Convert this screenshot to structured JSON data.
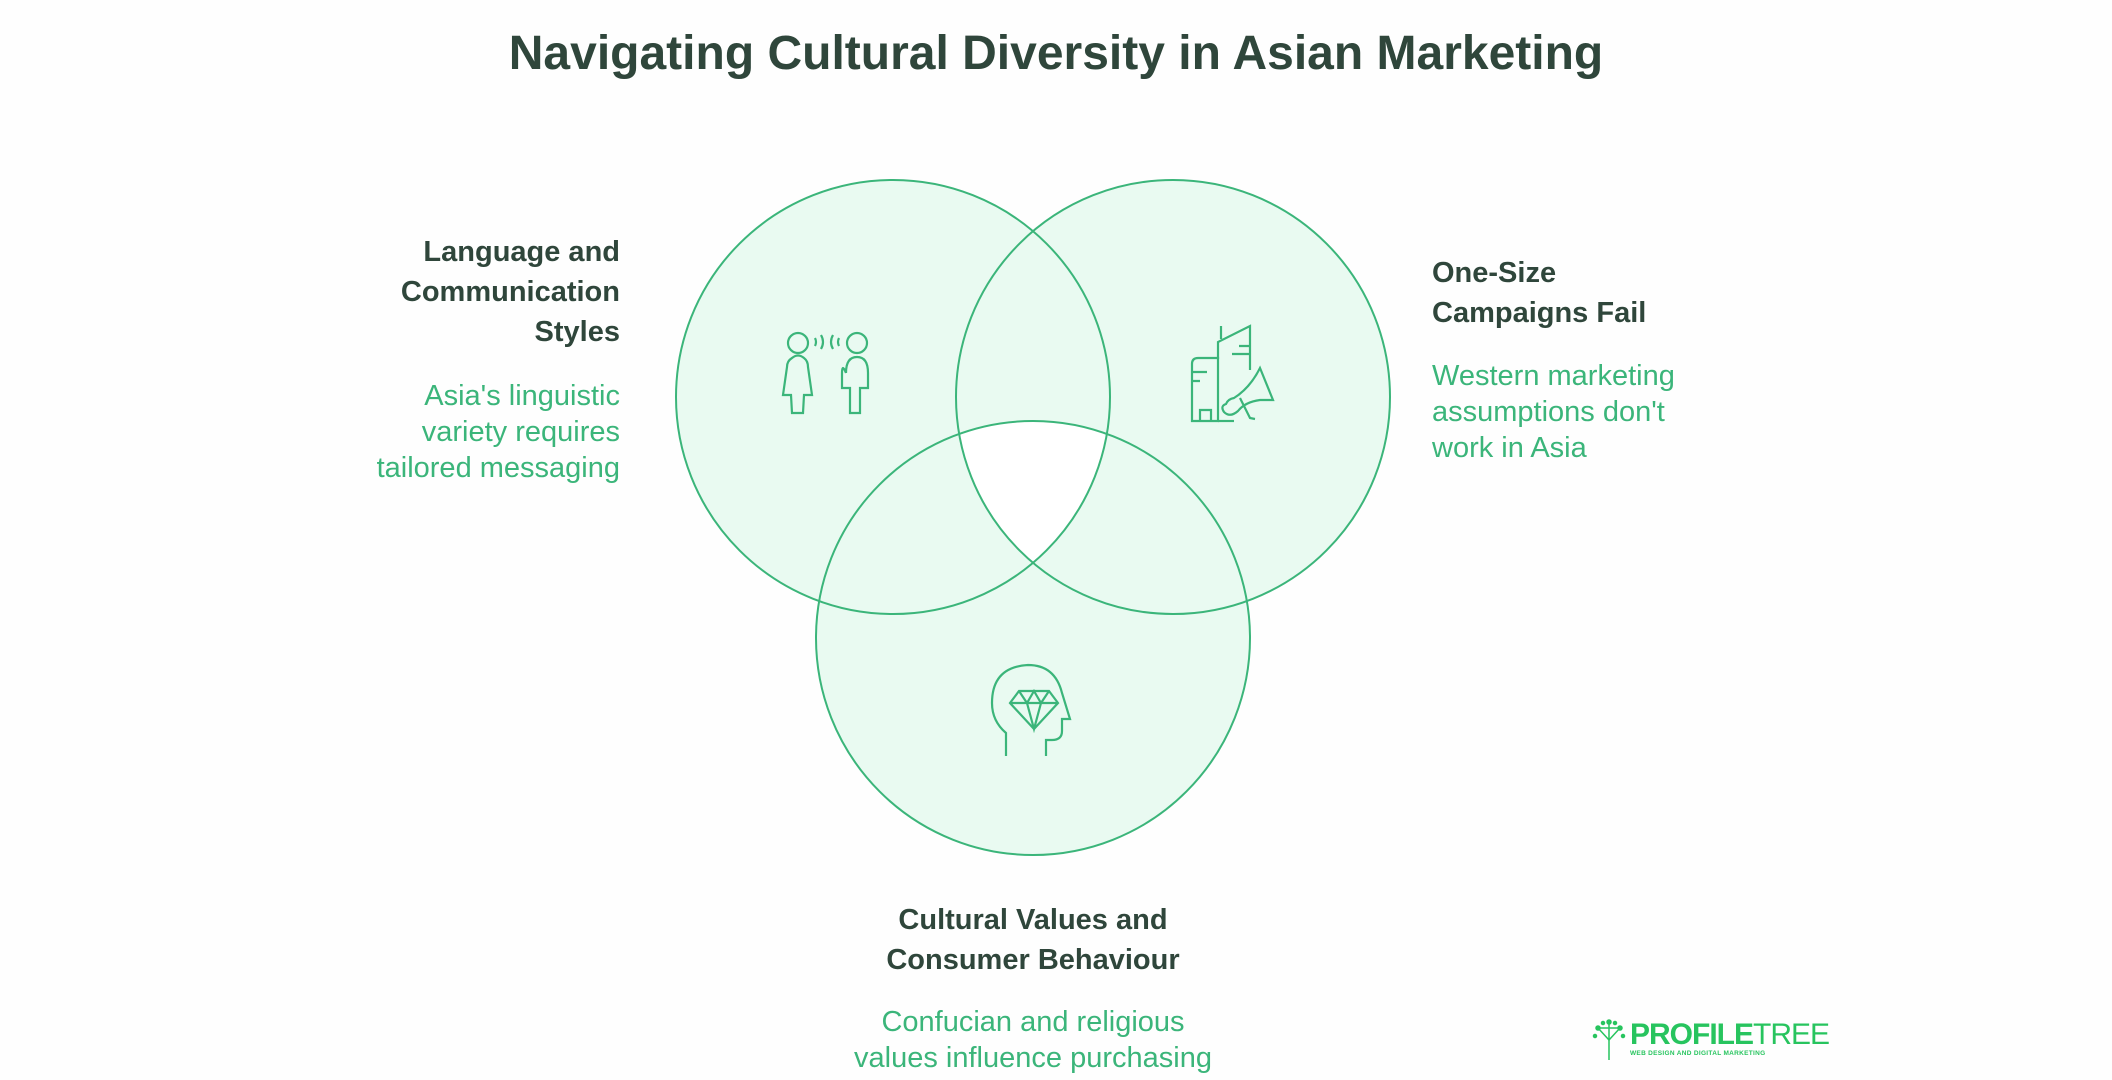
{
  "title": "Navigating Cultural Diversity in Asian Marketing",
  "colors": {
    "accent": "#3bb57a",
    "fill": "#e9faf1",
    "heading": "#2f463b"
  },
  "sets": [
    {
      "id": "language",
      "heading_lines": [
        "Language and",
        "Communication",
        "Styles"
      ],
      "description_lines": [
        "Asia's linguistic",
        "variety requires",
        "tailored messaging"
      ],
      "icon": "people-talking-icon"
    },
    {
      "id": "campaigns",
      "heading_lines": [
        "One-Size",
        "Campaigns Fail"
      ],
      "description_lines": [
        "Western marketing",
        "assumptions don't",
        "work in Asia"
      ],
      "icon": "building-megaphone-icon"
    },
    {
      "id": "values",
      "heading_lines": [
        "Cultural Values and",
        "Consumer Behaviour"
      ],
      "description_lines": [
        "Confucian and religious",
        "values influence purchasing"
      ],
      "icon": "head-diamond-icon"
    }
  ],
  "logo": {
    "word_bold": "PROFILE",
    "word_light": "TREE",
    "tagline": "WEB DESIGN AND DIGITAL MARKETING"
  }
}
